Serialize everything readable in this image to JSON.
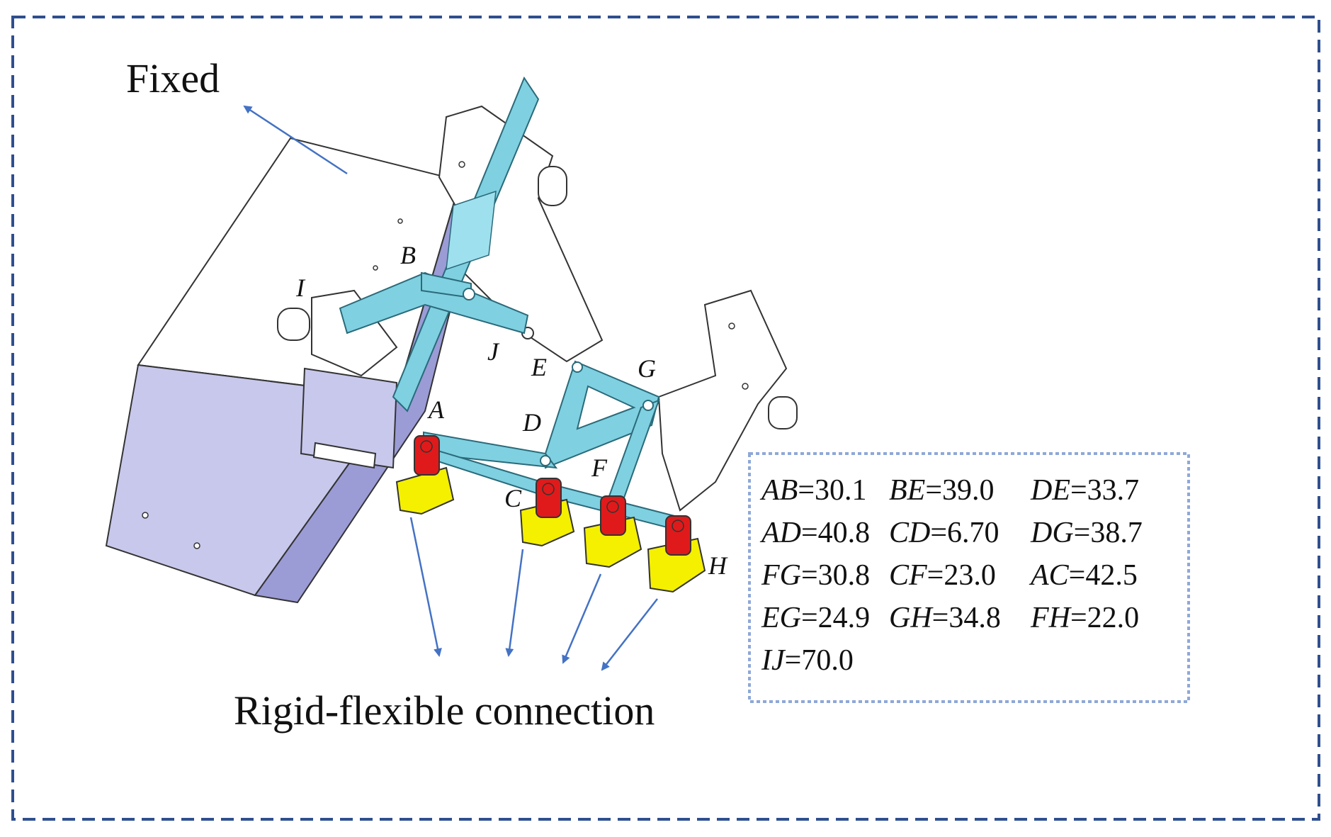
{
  "labels": {
    "fixed": "Fixed",
    "connection": "Rigid-flexible connection"
  },
  "points": {
    "A": "A",
    "B": "B",
    "C": "C",
    "D": "D",
    "E": "E",
    "F": "F",
    "G": "G",
    "H": "H",
    "I": "I",
    "J": "J"
  },
  "dimensions": [
    {
      "link": "AB",
      "value": "=30.1"
    },
    {
      "link": "BE",
      "value": "=39.0"
    },
    {
      "link": "DE",
      "value": "=33.7"
    },
    {
      "link": "AD",
      "value": "=40.8"
    },
    {
      "link": "CD",
      "value": "=6.70"
    },
    {
      "link": "DG",
      "value": "=38.7"
    },
    {
      "link": "FG",
      "value": "=30.8"
    },
    {
      "link": "CF",
      "value": "=23.0"
    },
    {
      "link": "AC",
      "value": "=42.5"
    },
    {
      "link": "EG",
      "value": "=24.9"
    },
    {
      "link": "GH",
      "value": "=34.8"
    },
    {
      "link": "FH",
      "value": "=22.0"
    },
    {
      "link": "IJ",
      "value": "=70.0"
    }
  ],
  "colors": {
    "frame_border": "#2f4f8f",
    "table_border": "#8fa8d8",
    "arrow": "#4472c4",
    "link_blue": "#7fd0e0",
    "link_blue_stroke": "#2a6a7a",
    "base_box": "#c8c8ec",
    "pin_red": "#e01a1a",
    "pad_yellow": "#f4f000"
  }
}
